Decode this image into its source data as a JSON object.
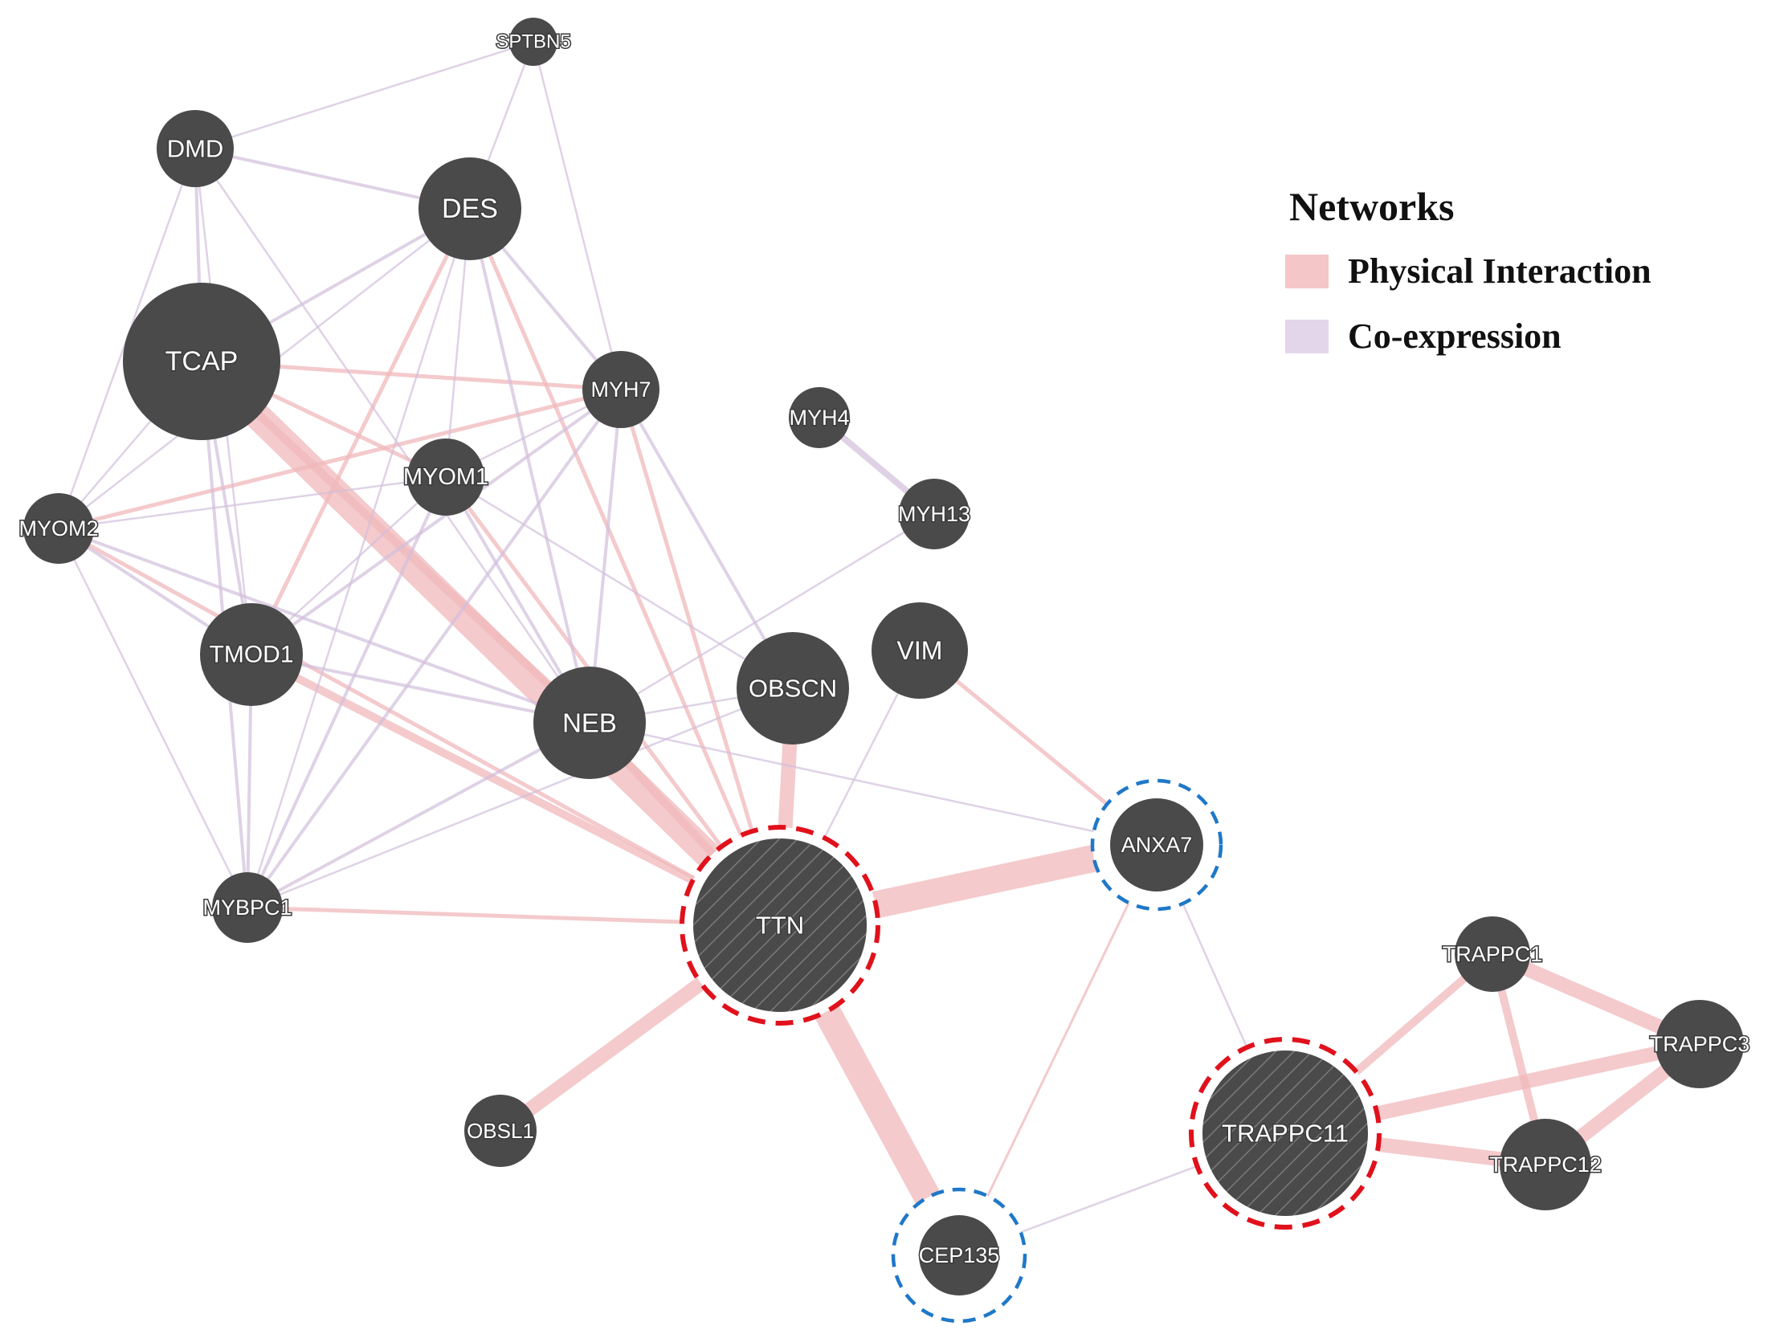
{
  "colors": {
    "node": "#4a4a4a",
    "physical": "#f0b8bb",
    "coexpression": "#d2bfdc",
    "query_ring": "#e0111b",
    "related_ring": "#1f78c8"
  },
  "legend": {
    "title": "Networks",
    "items": [
      {
        "label": "Physical Interaction",
        "color": "#f5c6c8"
      },
      {
        "label": "Co-expression",
        "color": "#e3d6ea"
      }
    ]
  },
  "nodes": [
    {
      "id": "SPTBN5",
      "label": "SPTBN5"
    },
    {
      "id": "DMD",
      "label": "DMD"
    },
    {
      "id": "DES",
      "label": "DES"
    },
    {
      "id": "TCAP",
      "label": "TCAP"
    },
    {
      "id": "MYH7",
      "label": "MYH7"
    },
    {
      "id": "MYH4",
      "label": "MYH4"
    },
    {
      "id": "MYOM1",
      "label": "MYOM1"
    },
    {
      "id": "MYOM2",
      "label": "MYOM2"
    },
    {
      "id": "MYH13",
      "label": "MYH13"
    },
    {
      "id": "TMOD1",
      "label": "TMOD1"
    },
    {
      "id": "VIM",
      "label": "VIM"
    },
    {
      "id": "OBSCN",
      "label": "OBSCN"
    },
    {
      "id": "NEB",
      "label": "NEB"
    },
    {
      "id": "ANXA7",
      "label": "ANXA7",
      "highlight": "related"
    },
    {
      "id": "MYBPC1",
      "label": "MYBPC1"
    },
    {
      "id": "TTN",
      "label": "TTN",
      "highlight": "query",
      "hatched": true
    },
    {
      "id": "TRAPPC1",
      "label": "TRAPPC1"
    },
    {
      "id": "TRAPPC3",
      "label": "TRAPPC3"
    },
    {
      "id": "TRAPPC11",
      "label": "TRAPPC11",
      "highlight": "query",
      "hatched": true
    },
    {
      "id": "OBSL1",
      "label": "OBSL1"
    },
    {
      "id": "TRAPPC12",
      "label": "TRAPPC12"
    },
    {
      "id": "CEP135",
      "label": "CEP135",
      "highlight": "related"
    }
  ],
  "edges": [
    {
      "source": "TCAP",
      "target": "TTN",
      "type": "physical",
      "weight": 5
    },
    {
      "source": "TTN",
      "target": "ANXA7",
      "type": "physical",
      "weight": 5
    },
    {
      "source": "TTN",
      "target": "CEP135",
      "type": "physical",
      "weight": 5
    },
    {
      "source": "TTN",
      "target": "OBSL1",
      "type": "physical",
      "weight": 4
    },
    {
      "source": "TTN",
      "target": "OBSCN",
      "type": "physical",
      "weight": 4
    },
    {
      "source": "TMOD1",
      "target": "TTN",
      "type": "physical",
      "weight": 3
    },
    {
      "source": "NEB",
      "target": "TTN",
      "type": "physical",
      "weight": 3
    },
    {
      "source": "TCAP",
      "target": "NEB",
      "type": "physical",
      "weight": 3
    },
    {
      "source": "DES",
      "target": "TTN",
      "type": "physical",
      "weight": 2
    },
    {
      "source": "MYOM1",
      "target": "TTN",
      "type": "physical",
      "weight": 2
    },
    {
      "source": "MYOM2",
      "target": "TTN",
      "type": "physical",
      "weight": 2
    },
    {
      "source": "MYH7",
      "target": "TTN",
      "type": "physical",
      "weight": 2
    },
    {
      "source": "MYOM2",
      "target": "MYH7",
      "type": "physical",
      "weight": 2
    },
    {
      "source": "TCAP",
      "target": "MYH7",
      "type": "physical",
      "weight": 2
    },
    {
      "source": "TCAP",
      "target": "MYOM1",
      "type": "physical",
      "weight": 2
    },
    {
      "source": "DES",
      "target": "TMOD1",
      "type": "physical",
      "weight": 2
    },
    {
      "source": "MYBPC1",
      "target": "TTN",
      "type": "physical",
      "weight": 2
    },
    {
      "source": "VIM",
      "target": "ANXA7",
      "type": "physical",
      "weight": 2
    },
    {
      "source": "ANXA7",
      "target": "CEP135",
      "type": "physical",
      "weight": 1
    },
    {
      "source": "TRAPPC11",
      "target": "TRAPPC3",
      "type": "physical",
      "weight": 4
    },
    {
      "source": "TRAPPC11",
      "target": "TRAPPC12",
      "type": "physical",
      "weight": 4
    },
    {
      "source": "TRAPPC11",
      "target": "TRAPPC1",
      "type": "physical",
      "weight": 3
    },
    {
      "source": "TRAPPC1",
      "target": "TRAPPC3",
      "type": "physical",
      "weight": 4
    },
    {
      "source": "TRAPPC3",
      "target": "TRAPPC12",
      "type": "physical",
      "weight": 4
    },
    {
      "source": "TRAPPC1",
      "target": "TRAPPC12",
      "type": "physical",
      "weight": 3
    },
    {
      "source": "MYH4",
      "target": "MYH13",
      "type": "coexpression",
      "weight": 3
    },
    {
      "source": "SPTBN5",
      "target": "DMD",
      "type": "coexpression",
      "weight": 1
    },
    {
      "source": "SPTBN5",
      "target": "DES",
      "type": "coexpression",
      "weight": 1
    },
    {
      "source": "SPTBN5",
      "target": "MYH7",
      "type": "coexpression",
      "weight": 1
    },
    {
      "source": "DMD",
      "target": "DES",
      "type": "coexpression",
      "weight": 2
    },
    {
      "source": "DMD",
      "target": "TCAP",
      "type": "coexpression",
      "weight": 2
    },
    {
      "source": "DMD",
      "target": "MYOM2",
      "type": "coexpression",
      "weight": 1
    },
    {
      "source": "DMD",
      "target": "TMOD1",
      "type": "coexpression",
      "weight": 1
    },
    {
      "source": "DMD",
      "target": "NEB",
      "type": "coexpression",
      "weight": 1
    },
    {
      "source": "DES",
      "target": "TCAP",
      "type": "coexpression",
      "weight": 2
    },
    {
      "source": "DES",
      "target": "MYH7",
      "type": "coexpression",
      "weight": 2
    },
    {
      "source": "DES",
      "target": "NEB",
      "type": "coexpression",
      "weight": 2
    },
    {
      "source": "DES",
      "target": "MYOM1",
      "type": "coexpression",
      "weight": 1
    },
    {
      "source": "DES",
      "target": "MYBPC1",
      "type": "coexpression",
      "weight": 1
    },
    {
      "source": "DES",
      "target": "MYOM2",
      "type": "coexpression",
      "weight": 1
    },
    {
      "source": "TCAP",
      "target": "MYOM2",
      "type": "coexpression",
      "weight": 1
    },
    {
      "source": "TCAP",
      "target": "TMOD1",
      "type": "coexpression",
      "weight": 2
    },
    {
      "source": "TCAP",
      "target": "MYBPC1",
      "type": "coexpression",
      "weight": 2
    },
    {
      "source": "MYH7",
      "target": "NEB",
      "type": "coexpression",
      "weight": 2
    },
    {
      "source": "MYH7",
      "target": "TMOD1",
      "type": "coexpression",
      "weight": 2
    },
    {
      "source": "MYH7",
      "target": "MYBPC1",
      "type": "coexpression",
      "weight": 2
    },
    {
      "source": "MYH7",
      "target": "OBSCN",
      "type": "coexpression",
      "weight": 2
    },
    {
      "source": "MYH7",
      "target": "MYOM1",
      "type": "coexpression",
      "weight": 1
    },
    {
      "source": "MYOM1",
      "target": "MYOM2",
      "type": "coexpression",
      "weight": 1
    },
    {
      "source": "MYOM1",
      "target": "NEB",
      "type": "coexpression",
      "weight": 2
    },
    {
      "source": "MYOM1",
      "target": "MYBPC1",
      "type": "coexpression",
      "weight": 2
    },
    {
      "source": "MYOM1",
      "target": "TMOD1",
      "type": "coexpression",
      "weight": 1
    },
    {
      "source": "MYOM1",
      "target": "OBSCN",
      "type": "coexpression",
      "weight": 1
    },
    {
      "source": "MYOM2",
      "target": "TMOD1",
      "type": "coexpression",
      "weight": 2
    },
    {
      "source": "MYOM2",
      "target": "NEB",
      "type": "coexpression",
      "weight": 2
    },
    {
      "source": "MYOM2",
      "target": "MYBPC1",
      "type": "coexpression",
      "weight": 1
    },
    {
      "source": "TMOD1",
      "target": "MYBPC1",
      "type": "coexpression",
      "weight": 2
    },
    {
      "source": "TMOD1",
      "target": "NEB",
      "type": "coexpression",
      "weight": 2
    },
    {
      "source": "MYBPC1",
      "target": "NEB",
      "type": "coexpression",
      "weight": 2
    },
    {
      "source": "MYBPC1",
      "target": "OBSCN",
      "type": "coexpression",
      "weight": 1
    },
    {
      "source": "NEB",
      "target": "OBSCN",
      "type": "coexpression",
      "weight": 1
    },
    {
      "source": "NEB",
      "target": "MYH13",
      "type": "coexpression",
      "weight": 1
    },
    {
      "source": "NEB",
      "target": "ANXA7",
      "type": "coexpression",
      "weight": 1
    },
    {
      "source": "TTN",
      "target": "VIM",
      "type": "coexpression",
      "weight": 1
    },
    {
      "source": "ANXA7",
      "target": "TRAPPC11",
      "type": "coexpression",
      "weight": 1
    },
    {
      "source": "CEP135",
      "target": "TRAPPC11",
      "type": "coexpression",
      "weight": 1
    }
  ]
}
